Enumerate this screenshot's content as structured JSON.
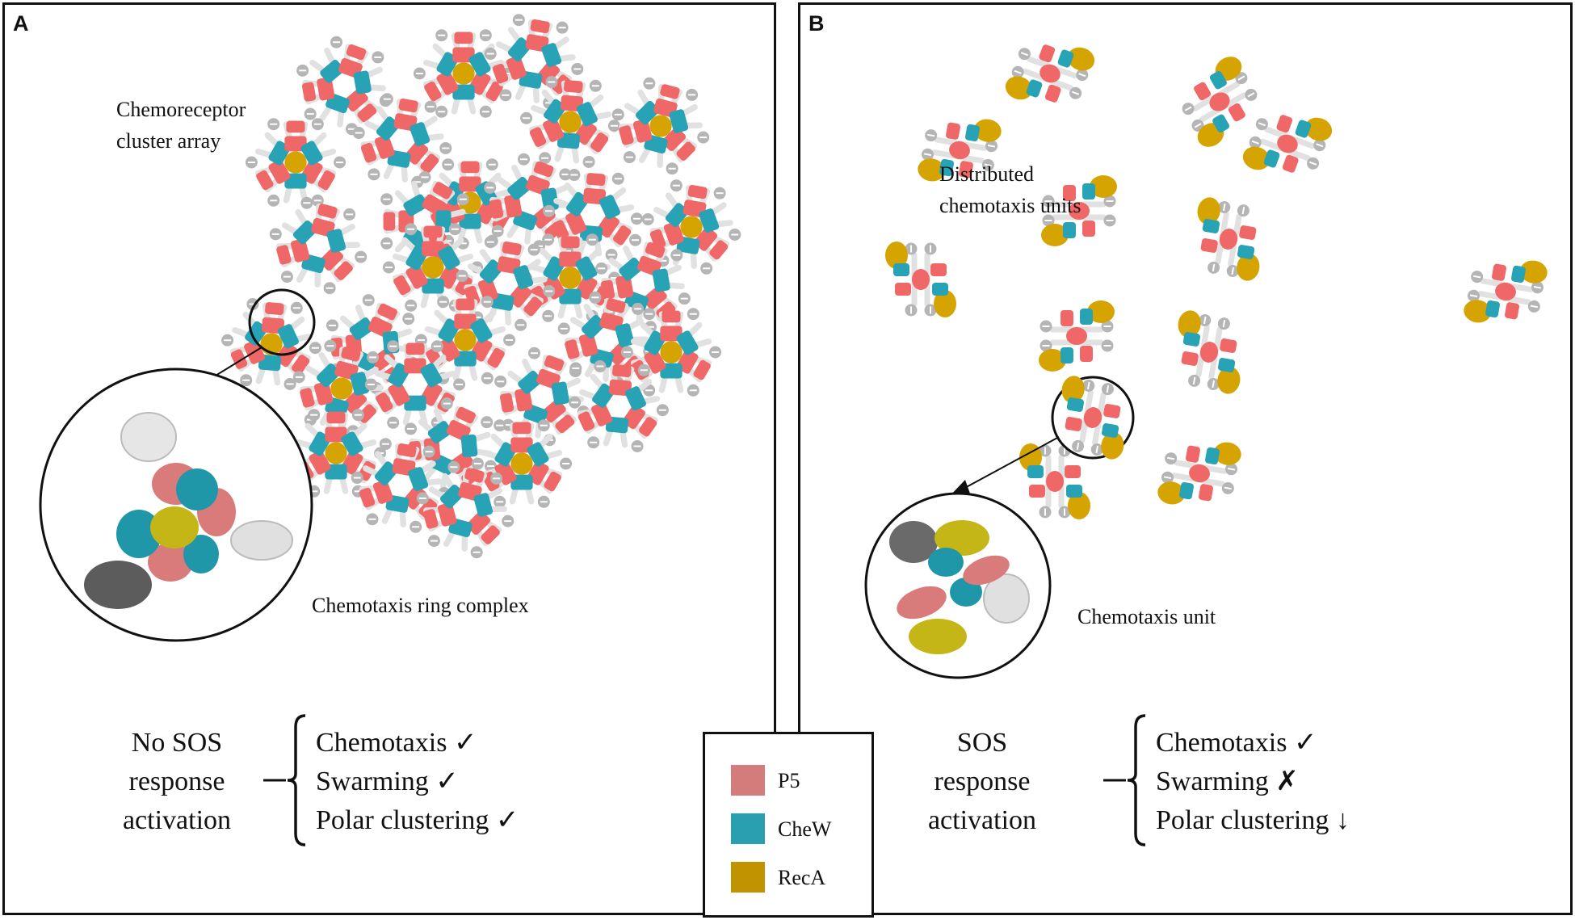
{
  "panel_a": {
    "letter": "A",
    "array_label": [
      "Chemoreceptor",
      "cluster array"
    ],
    "zoom_label": "Chemotaxis ring complex",
    "state_label": [
      "No SOS",
      "response",
      "activation"
    ],
    "effects": [
      {
        "label": "Chemotaxis",
        "mark": "✓"
      },
      {
        "label": "Swarming",
        "mark": "✓"
      },
      {
        "label": "Polar clustering",
        "mark": "✓"
      }
    ]
  },
  "panel_b": {
    "letter": "B",
    "units_label": [
      "Distributed",
      "chemotaxis units"
    ],
    "zoom_label": "Chemotaxis unit",
    "state_label": [
      "SOS",
      "response",
      "activation"
    ],
    "effects": [
      {
        "label": "Chemotaxis",
        "mark": "✓"
      },
      {
        "label": "Swarming",
        "mark": "✗"
      },
      {
        "label": "Polar clustering",
        "mark": "↓"
      }
    ]
  },
  "legend": [
    {
      "label": "P5",
      "color": "#d47c7c"
    },
    {
      "label": "CheW",
      "color": "#2a9faf"
    },
    {
      "label": "RecA",
      "color": "#c29300"
    }
  ],
  "colors": {
    "p5_cartoon": "#f06767",
    "chew_cartoon": "#27a3b5",
    "reca_cartoon": "#d6a400",
    "receptor_grey": "#b5b5b5",
    "receptor_light": "#e1e1e1"
  }
}
